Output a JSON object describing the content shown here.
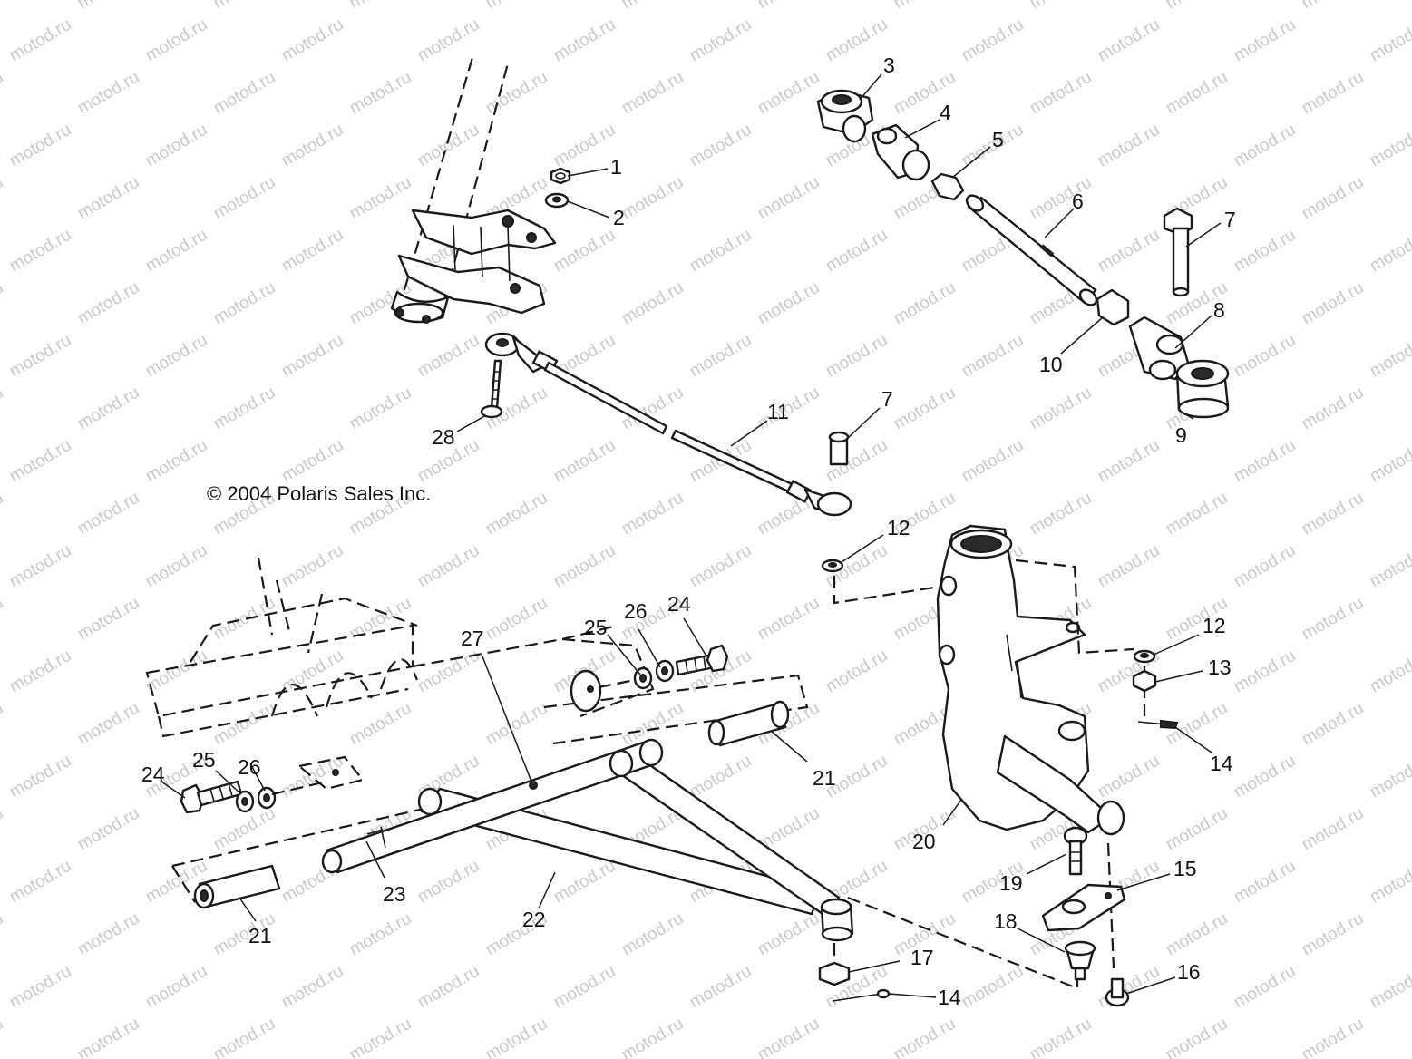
{
  "watermark": "motod.ru",
  "copyright": "© 2004 Polaris Sales Inc.",
  "callouts": [
    "1",
    "2",
    "3",
    "4",
    "5",
    "6",
    "7",
    "8",
    "9",
    "10",
    "11",
    "7",
    "12",
    "12",
    "13",
    "14",
    "14",
    "15",
    "16",
    "17",
    "18",
    "19",
    "20",
    "21",
    "21",
    "22",
    "23",
    "24",
    "24",
    "25",
    "25",
    "26",
    "26",
    "27",
    "28"
  ]
}
